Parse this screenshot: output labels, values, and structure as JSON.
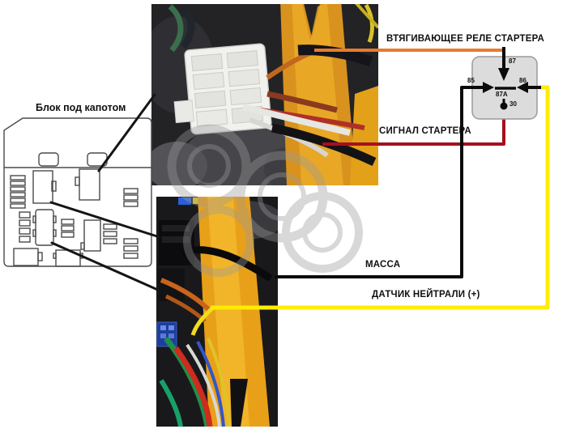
{
  "fusebox": {
    "label": "Блок под капотом"
  },
  "callouts": {
    "starter_solenoid_relay": "ВТЯГИВАЮЩЕЕ РЕЛЕ СТАРТЕРА",
    "starter_signal": "СИГНАЛ СТАРТЕРА",
    "ground": "МАССА",
    "neutral_sensor": "ДАТЧИК НЕЙТРАЛИ (+)"
  },
  "relay": {
    "pin_top": "87",
    "pin_left": "85",
    "pin_right": "86",
    "pin_center": "87A",
    "pin_bottom": "30"
  },
  "colors": {
    "solenoid_wire": "#e87b2d",
    "signal_wire": "#a60f1f",
    "ground_wire": "#0b0b0b",
    "neutral_wire": "#ffec00",
    "relay_body": "#dcdcdc",
    "pointer_line": "#151515"
  }
}
